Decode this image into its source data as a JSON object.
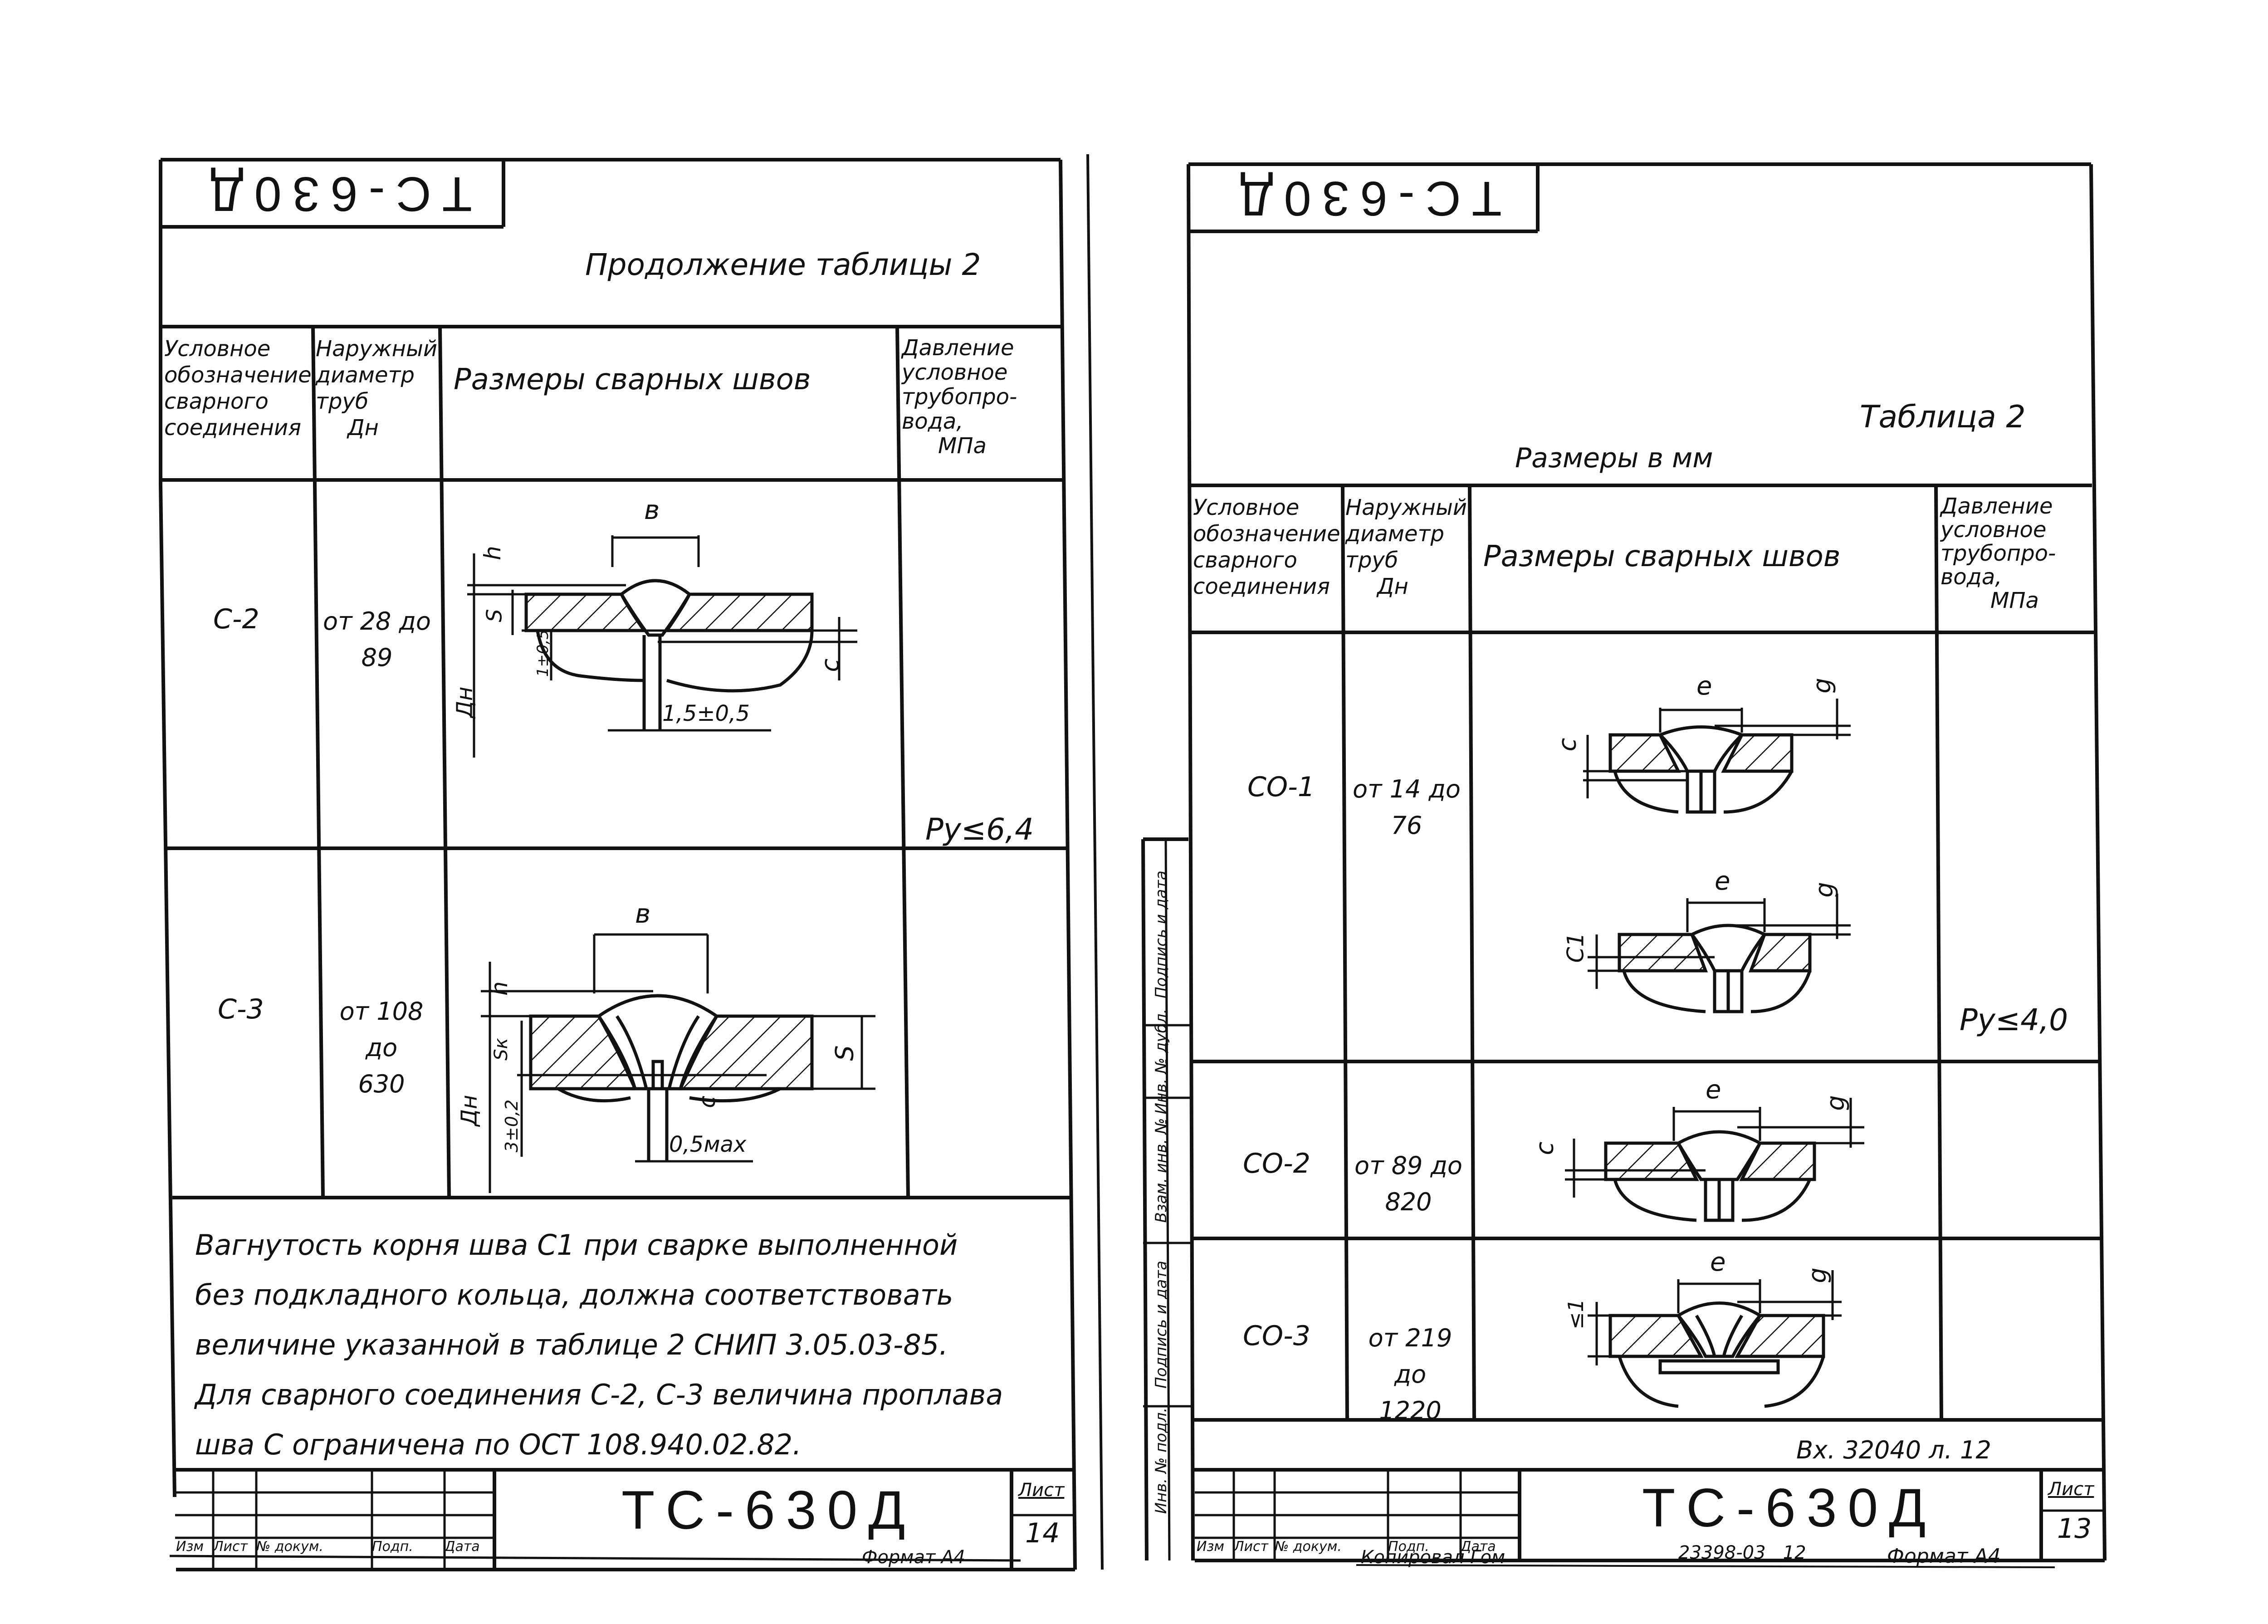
{
  "left_sheet": {
    "stamp": "ТС-630Д",
    "heading": "Продолжение таблицы 2",
    "columns": {
      "col1": [
        "Условное",
        "обозначение",
        "сварного",
        "соединения"
      ],
      "col2": [
        "Наружный",
        "диаметр",
        "труб",
        "Дн"
      ],
      "col3": "Размеры сварных швов",
      "col4": [
        "Давление",
        "условное",
        "трубопро-",
        "вода,",
        "МПа"
      ]
    },
    "rows": [
      {
        "designation": "С-2",
        "diameter": [
          "от 28 до",
          "89"
        ]
      },
      {
        "designation": "С-3",
        "diameter": [
          "от 108 до",
          "630"
        ]
      }
    ],
    "pressure": "Ру≤6,4",
    "dims_c2": {
      "b": "в",
      "h": "h",
      "s": "S",
      "gap": "1±0,5",
      "root": "1,5±0,5",
      "c": "с",
      "dn": "Дн"
    },
    "dims_c3": {
      "b": "в",
      "h": "h",
      "sk": "Sк",
      "s": "S",
      "gap": "3±0,2",
      "root": "0,5мах",
      "c": "с",
      "dn": "Дн"
    },
    "note": [
      "Вагнутость корня шва С1 при сварке выполненной",
      "без подкладного кольца, должна соответствовать",
      "величине указанной в таблице 2 СНИП 3.05.03-85.",
      "Для сварного соединения С-2, С-3 величина проплава",
      "шва С ограничена по ОСТ 108.940.02.82."
    ],
    "title_block": {
      "code": "ТС-630Д",
      "labels": [
        "Изм",
        "Лист",
        "№ докум.",
        "Подп.",
        "Дата"
      ],
      "sheet_label": "Лист",
      "sheet_number": "14"
    },
    "format": "Формат А4"
  },
  "right_sheet": {
    "stamp": "ТС-630Д",
    "table_title": "Таблица 2",
    "units": "Размеры в мм",
    "columns": {
      "col1": [
        "Условное",
        "обозначение",
        "сварного",
        "соединения"
      ],
      "col2": [
        "Наружный",
        "диаметр",
        "труб",
        "Дн"
      ],
      "col3": "Размеры сварных швов",
      "col4": [
        "Давление",
        "условное",
        "трубопро-",
        "вода,",
        "МПа"
      ]
    },
    "rows": [
      {
        "designation": "СО-1",
        "diameter": [
          "от 14 до",
          "76"
        ]
      },
      {
        "designation": "СО-2",
        "diameter": [
          "от 89 до",
          "820"
        ]
      },
      {
        "designation": "СО-3",
        "diameter": [
          "от 219 до",
          "1220"
        ]
      }
    ],
    "pressure": "Ру≤4,0",
    "dims": {
      "e": "е",
      "g": "g",
      "c": "с",
      "c1": "С1",
      "le1": "≤1"
    },
    "side_labels": [
      "Инв. № подл.",
      "Подпись и дата",
      "Взам. инв. №",
      "Инв. № дубл.",
      "Подпись и дата"
    ],
    "archive_ref": "Вх. 32040 л. 12",
    "title_block": {
      "code": "ТС-630Д",
      "labels": [
        "Изм",
        "Лист",
        "№ докум.",
        "Подп.",
        "Дата"
      ],
      "sheet_label": "Лист",
      "sheet_number": "13"
    },
    "copied": "Копировал Гом",
    "order": "23398-03   12",
    "format": "Формат А4"
  }
}
